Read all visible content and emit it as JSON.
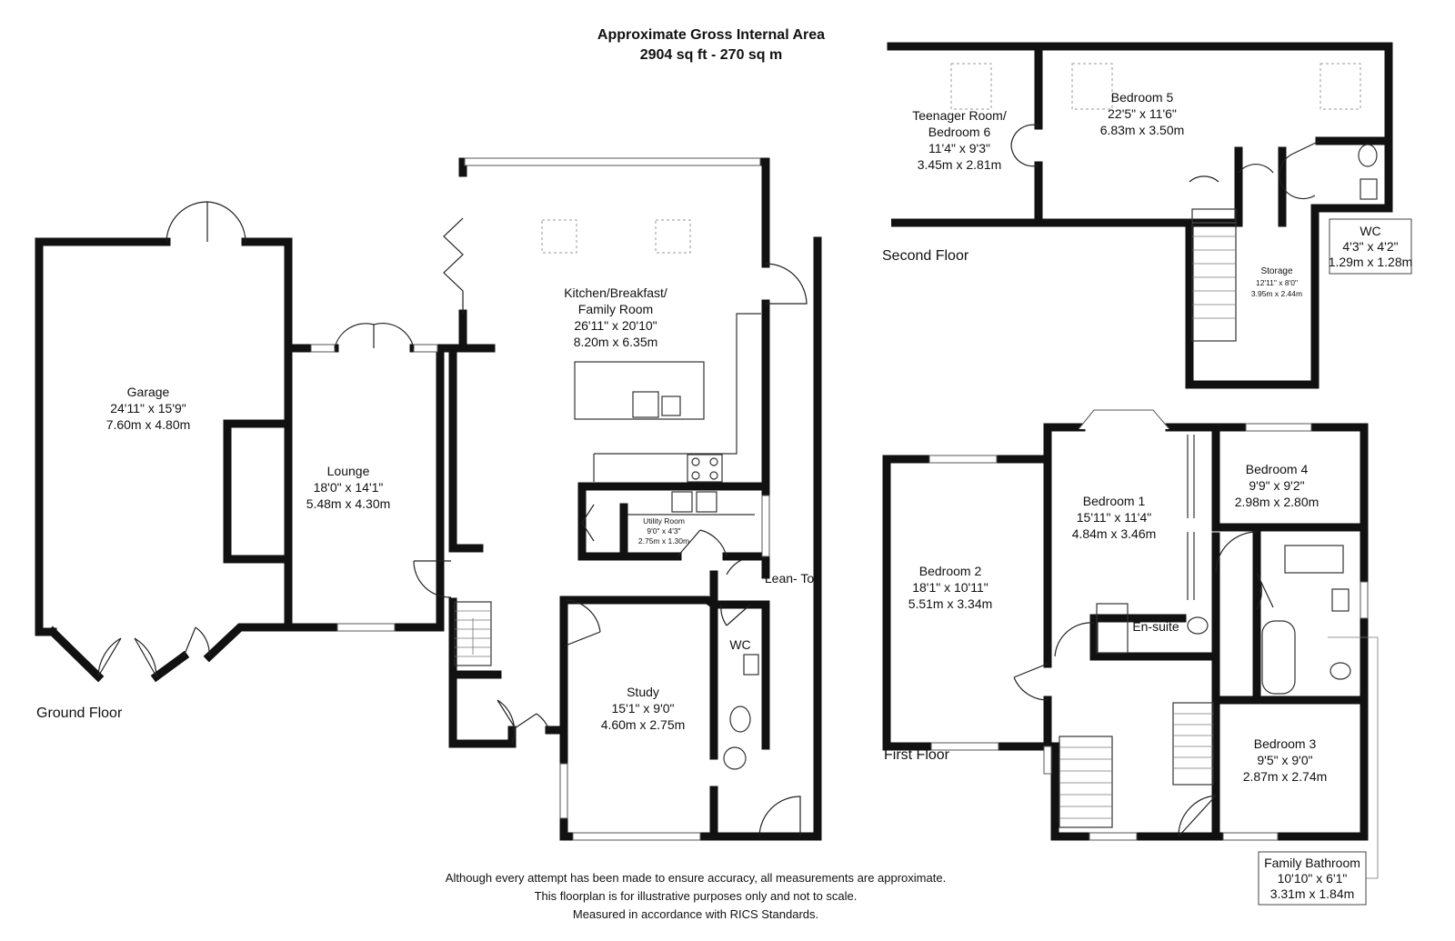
{
  "header": {
    "line1": "Approximate Gross Internal Area",
    "line2": "2904 sq ft - 270 sq m"
  },
  "floors": {
    "ground": "Ground Floor",
    "first": "First Floor",
    "second": "Second Floor"
  },
  "rooms": {
    "garage": {
      "name": "Garage",
      "imperial": "24'11\" x 15'9\"",
      "metric": "7.60m x 4.80m"
    },
    "lounge": {
      "name": "Lounge",
      "imperial": "18'0\" x 14'1\"",
      "metric": "5.48m x 4.30m"
    },
    "kitchen": {
      "name1": "Kitchen/Breakfast/",
      "name2": "Family Room",
      "imperial": "26'11\" x 20'10\"",
      "metric": "8.20m x 6.35m"
    },
    "utility": {
      "name": "Utility Room",
      "imperial": "9'0\" x 4'3\"",
      "metric": "2.75m x 1.30m"
    },
    "lean_to": {
      "name": "Lean- To"
    },
    "wc_ground": {
      "name": "WC"
    },
    "study": {
      "name": "Study",
      "imperial": "15'1\" x 9'0\"",
      "metric": "4.60m x 2.75m"
    },
    "bedroom1": {
      "name": "Bedroom 1",
      "imperial": "15'11\" x 11'4\"",
      "metric": "4.84m x 3.46m"
    },
    "bedroom2": {
      "name": "Bedroom 2",
      "imperial": "18'1\" x 10'11\"",
      "metric": "5.51m x 3.34m"
    },
    "bedroom3": {
      "name": "Bedroom 3",
      "imperial": "9'5\" x 9'0\"",
      "metric": "2.87m x 2.74m"
    },
    "bedroom4": {
      "name": "Bedroom 4",
      "imperial": "9'9\" x 9'2\"",
      "metric": "2.98m x 2.80m"
    },
    "ensuite": {
      "name": "En-suite"
    },
    "family_bathroom": {
      "name": "Family Bathroom",
      "imperial": "10'10\" x 6'1\"",
      "metric": "3.31m x 1.84m"
    },
    "bedroom5": {
      "name": "Bedroom 5",
      "imperial": "22'5\" x 11'6\"",
      "metric": "6.83m x 3.50m"
    },
    "teenager": {
      "name1": "Teenager Room/",
      "name2": "Bedroom 6",
      "imperial": "11'4\" x 9'3\"",
      "metric": "3.45m x 2.81m"
    },
    "storage": {
      "name": "Storage",
      "imperial": "12'11\" x 8'0\"",
      "metric": "3.95m x 2.44m"
    },
    "wc_second": {
      "name": "WC",
      "imperial": "4'3\" x 4'2\"",
      "metric": "1.29m x 1.28m"
    }
  },
  "footer": {
    "line1": "Although every attempt has been made to ensure accuracy, all measurements are approximate.",
    "line2": "This floorplan is for illustrative purposes only and not to scale.",
    "line3": "Measured in accordance with RICS Standards."
  }
}
